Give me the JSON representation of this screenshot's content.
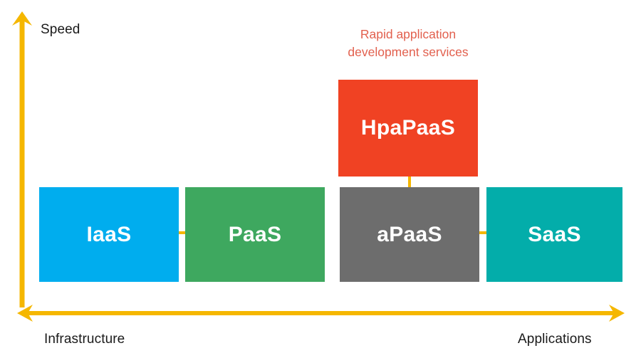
{
  "diagram": {
    "title_caption": {
      "line1": "Rapid application",
      "line2": "development services",
      "color": "#e2604e"
    },
    "axes": {
      "vertical": {
        "label": "Speed",
        "direction": "up",
        "color": "#F5B700",
        "icon": "up-arrow-icon"
      },
      "horizontal": {
        "left_label": "Infrastructure",
        "right_label": "Applications",
        "direction": "both",
        "color": "#F5B700",
        "icon": "double-arrow-icon"
      }
    },
    "boxes": [
      {
        "id": "iaas",
        "label": "IaaS",
        "color": "#00ADEE",
        "row": "bottom"
      },
      {
        "id": "paas",
        "label": "PaaS",
        "color": "#3EA85F",
        "row": "bottom"
      },
      {
        "id": "apaas",
        "label": "aPaaS",
        "color": "#6D6D6D",
        "row": "bottom"
      },
      {
        "id": "saas",
        "label": "SaaS",
        "color": "#03ADAA",
        "row": "bottom"
      },
      {
        "id": "hpapaas",
        "label": "HpaPaaS",
        "color": "#F04223",
        "row": "top"
      }
    ],
    "connectors": [
      {
        "id": "iaas-to-paas",
        "from": "IaaS",
        "to": "PaaS",
        "direction": "right",
        "color": "#F5B700"
      },
      {
        "id": "saas-to-apaas",
        "from": "SaaS",
        "to": "aPaaS",
        "direction": "left",
        "color": "#F5B700"
      },
      {
        "id": "apaas-to-hpapaas",
        "from": "aPaaS",
        "to": "HpaPaaS",
        "direction": "up",
        "color": "#F5B700"
      }
    ]
  }
}
